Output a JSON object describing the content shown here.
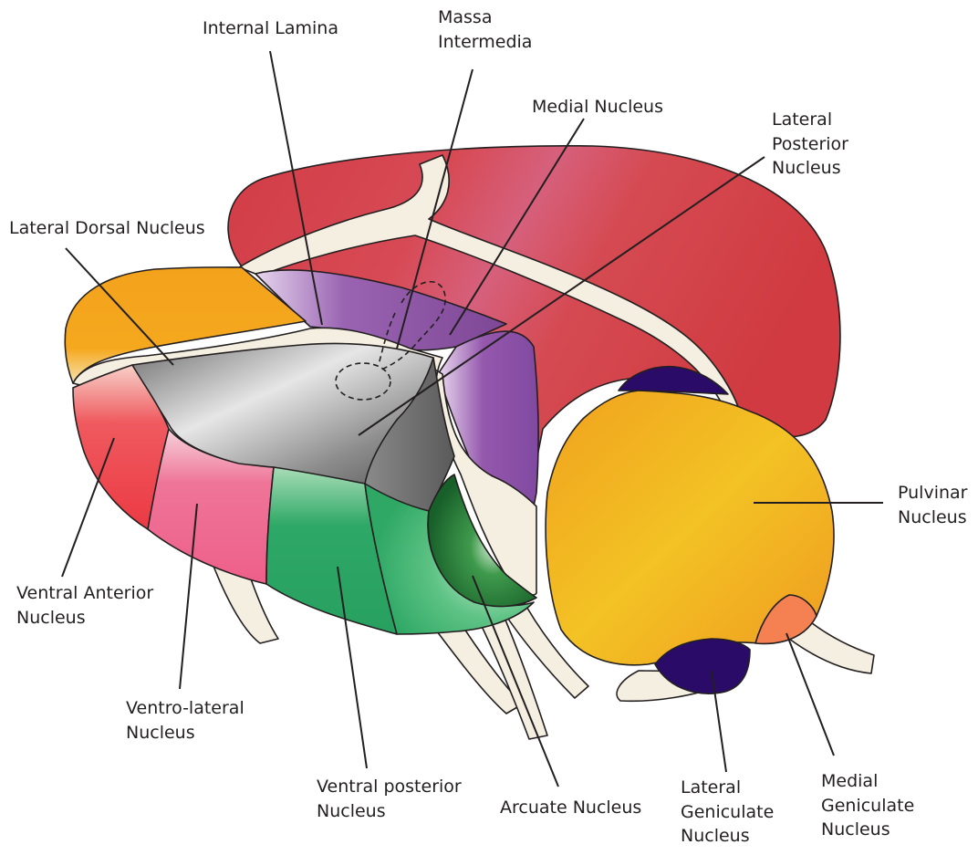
{
  "labels": {
    "internal_lamina": [
      "Internal Lamina"
    ],
    "massa_intermedia": [
      "Massa",
      "Intermedia"
    ],
    "medial_nucleus": [
      "Medial Nucleus"
    ],
    "lateral_posterior_nucleus": [
      "Lateral",
      "Posterior",
      "Nucleus"
    ],
    "lateral_dorsal_nucleus": [
      "Lateral Dorsal Nucleus"
    ],
    "pulvinar_nucleus": [
      "Pulvinar",
      "Nucleus"
    ],
    "ventral_anterior_nucleus": [
      "Ventral Anterior",
      "Nucleus"
    ],
    "ventro_lateral_nucleus": [
      "Ventro-lateral",
      "Nucleus"
    ],
    "ventral_posterior_nucleus": [
      "Ventral posterior",
      "Nucleus"
    ],
    "arcuate_nucleus": [
      "Arcuate Nucleus"
    ],
    "lateral_geniculate_nucleus": [
      "Lateral",
      "Geniculate",
      "Nucleus"
    ],
    "medial_geniculate_nucleus": [
      "Medial",
      "Geniculate",
      "Nucleus"
    ]
  },
  "colors": {
    "medial_nucleus_red": "#d4414a",
    "lamina_cream": "#f4efe0",
    "lateral_dorsal_orange": "#f3a21c",
    "lateral_posterior_gray": "#8f8f8f",
    "dorsal_purple": "#8e54a6",
    "ventral_anterior_red": "#ee4048",
    "ventro_lateral_pink": "#ef6790",
    "ventral_posterior_green": "#2ea866",
    "arcuate_dark_green": "#1d6f32",
    "pulvinar_orange": "#f2b425",
    "medial_geniculate_salmon": "#f58052",
    "lateral_geniculate_navy": "#2a0b68",
    "outline": "#231f20"
  }
}
